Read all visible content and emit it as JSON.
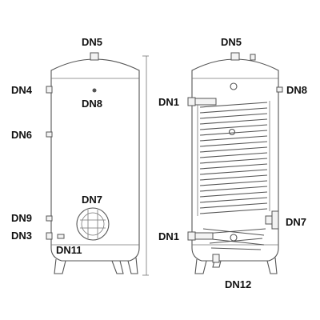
{
  "left_tank": {
    "labels": {
      "dn5": "DN5",
      "dn4": "DN4",
      "dn8": "DN8",
      "dn6": "DN6",
      "dn7": "DN7",
      "dn9": "DN9",
      "dn3": "DN3",
      "dn11": "DN11"
    }
  },
  "right_tank": {
    "labels": {
      "dn5": "DN5",
      "dn1_top": "DN1",
      "dn8": "DN8",
      "dn7": "DN7",
      "dn1_bottom": "DN1",
      "dn12": "DN12"
    }
  },
  "colors": {
    "line": "#555555",
    "text": "#111111",
    "fill": "#f3f3f3"
  }
}
